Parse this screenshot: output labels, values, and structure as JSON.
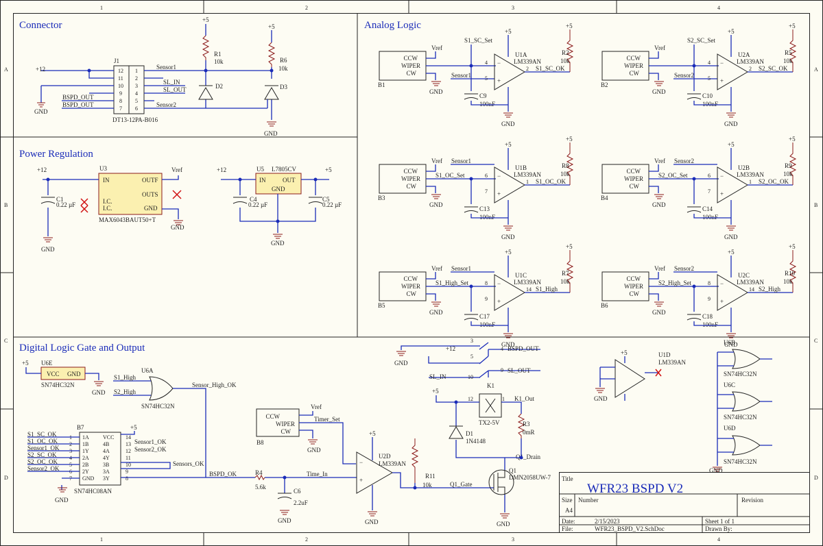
{
  "sections": {
    "connector": "Connector",
    "power": "Power Regulation",
    "analog": "Analog Logic",
    "digital": "Digital Logic Gate and Output"
  },
  "border": {
    "cols": [
      "1",
      "2",
      "3",
      "4"
    ],
    "rows": [
      "A",
      "B",
      "C",
      "D"
    ]
  },
  "title_block": {
    "title_label": "Title",
    "title": "WFR23 BSPD V2",
    "size_label": "Size",
    "size": "A4",
    "number_label": "Number",
    "revision_label": "Revision",
    "date_label": "Date:",
    "date": "2/15/2023",
    "sheet_label": "Sheet",
    "sheet_value": "1 of  1",
    "file_label": "File:",
    "file": "WFR23_BSPD_V2.SchDoc",
    "drawn_label": "Drawn By:"
  },
  "connector": {
    "j1_ref": "J1",
    "j1_part": "DT13-12PA-B016",
    "pins_left": [
      "12",
      "11",
      "10",
      "9",
      "8",
      "7"
    ],
    "pins_right": [
      "1",
      "2",
      "3",
      "4",
      "5",
      "6"
    ],
    "v12": "+12",
    "gnd": "GND",
    "bspd_out_1": "BSPD_OUT",
    "bspd_out_2": "BSPD_OUT",
    "sensor1": "Sensor1",
    "sl_in": "SL_IN",
    "sl_out": "SL_OUT",
    "sensor2": "Sensor2",
    "r1": "R1",
    "r1_val": "10k",
    "r6": "R6",
    "r6_val": "10k",
    "d2": "D2",
    "d3": "D3",
    "v5a": "+5",
    "v5b": "+5",
    "gnd2": "GND"
  },
  "power": {
    "u3": "U3",
    "u3_part": "MAX6043BAUT50+T",
    "u3_in": "IN",
    "u3_outf": "OUTF",
    "u3_outs": "OUTS",
    "u3_ic1": "I.C.",
    "u3_ic2": "I.C.",
    "u3_gnd": "GND",
    "u5": "U5",
    "u5_part": "L7805CV",
    "u5_in": "IN",
    "u5_out": "OUT",
    "u5_gnd": "GND",
    "c1": "C1",
    "c1_val": "0.22 µF",
    "c4": "C4",
    "c4_val": "0.22 µF",
    "c5": "C5",
    "c5_val": "0.22 µF",
    "v12a": "+12",
    "v12b": "+12",
    "vref": "Vref",
    "v5": "+5",
    "gnd": "GND"
  },
  "analog": {
    "pot_top": "CCW",
    "pot_mid": "WIPER",
    "pot_bot": "CW",
    "comp_part": "LM339AN",
    "vref": "Vref",
    "blocks": [
      {
        "pot": "B1",
        "u": "U1A",
        "setnet": "S1_SC_Set",
        "sensor": "Sensor1",
        "cap": "C9",
        "cap_val": "100nF",
        "r": "R2",
        "r_val": "10k",
        "out": "S1_SC_OK",
        "inv": "4",
        "noninv": "5",
        "outpin": "2"
      },
      {
        "pot": "B2",
        "u": "U2A",
        "setnet": "S2_SC_Set",
        "sensor": "Sensor2",
        "cap": "C10",
        "cap_val": "100nF",
        "r": "R5",
        "r_val": "10k",
        "out": "S2_SC_OK",
        "inv": "4",
        "noninv": "5",
        "outpin": "2"
      },
      {
        "pot": "B3",
        "u": "U1B",
        "setnet": "S1_OC_Set",
        "sensor": "Sensor1",
        "cap": "C13",
        "cap_val": "100nF",
        "r": "R8",
        "r_val": "10k",
        "out": "S1_OC_OK",
        "inv": "6",
        "noninv": "7",
        "outpin": "1"
      },
      {
        "pot": "B4",
        "u": "U2B",
        "setnet": "S2_OC_Set",
        "sensor": "Sensor2",
        "cap": "C14",
        "cap_val": "100nF",
        "r": "R9",
        "r_val": "10k",
        "out": "S2_OC_OK",
        "inv": "6",
        "noninv": "7",
        "outpin": "1"
      },
      {
        "pot": "B5",
        "u": "U1C",
        "setnet": "S1_High_Set",
        "sensor": "Sensor1",
        "cap": "C17",
        "cap_val": "100nF",
        "r": "R7",
        "r_val": "10k",
        "out": "S1_High",
        "inv": "8",
        "noninv": "9",
        "outpin": "14"
      },
      {
        "pot": "B6",
        "u": "U2C",
        "setnet": "S2_High_Set",
        "sensor": "Sensor2",
        "cap": "C18",
        "cap_val": "100nF",
        "r": "R10",
        "r_val": "10k",
        "out": "S2_High",
        "inv": "8",
        "noninv": "9",
        "outpin": "14"
      }
    ]
  },
  "digital": {
    "u6e": "U6E",
    "u6e_part": "SN74HC32N",
    "vcc": "VCC",
    "gnd_pin": "GND",
    "u6a": "U6A",
    "u6a_part": "SN74HC32N",
    "s1_high": "S1_High",
    "s2_high": "S2_High",
    "sensor_high_ok": "Sensor_High_OK",
    "u7": "B7",
    "u7_part": "SN74HC08AN",
    "u7_left_pins": [
      "1A",
      "1B",
      "1Y",
      "2A",
      "2B",
      "2Y",
      "GND"
    ],
    "u7_right_pins": [
      "VCC",
      "4B",
      "4A",
      "4Y",
      "3B",
      "3A",
      "3Y"
    ],
    "u7_left_nums": [
      "1",
      "2",
      "3",
      "4",
      "5",
      "6",
      "7"
    ],
    "u7_right_nums": [
      "14",
      "13",
      "12",
      "11",
      "10",
      "9",
      "8"
    ],
    "u7_left_nets": [
      "S1_SC_OK",
      "S1_OC_OK",
      "Sensor1_OK",
      "S2_SC_OK",
      "S2_OC_OK",
      "Sensor2_OK"
    ],
    "u7_right_nets": [
      "Sensor1_OK",
      "Sensor2_OK",
      "Sensors_OK"
    ],
    "bspd_ok": "BSPD_OK",
    "r4": "R4",
    "r4_val": "5.6k",
    "time_in": "Time_In",
    "c6": "C6",
    "c6_val": "2.2uF",
    "b8": "B8",
    "timer_set": "Timer_Set",
    "u2d": "U2D",
    "u2d_part": "LM339AN",
    "r11": "R11",
    "r11_val": "10k",
    "q1": "Q1",
    "q1_part": "DMN2058UW-7",
    "q1_gate": "Q1_Gate",
    "q1_drain": "Q1_Drain",
    "k1": "K1",
    "k1_part": "TX2-5V",
    "k1_out": "K1_Out",
    "bspd_out": "BSPD_OUT",
    "sl_out": "SL_OUT",
    "sl_in": "SL_IN",
    "d1": "D1",
    "d1_part": "1N4148",
    "r3": "R3",
    "r3_val": "0mR",
    "u1d": "U1D",
    "u1d_part": "LM339AN",
    "u6b": "U6B",
    "u6c": "U6C",
    "u6d": "U6D",
    "u6_part": "SN74HC32N",
    "v5": "+5",
    "v12": "+12",
    "gnd": "GND"
  }
}
